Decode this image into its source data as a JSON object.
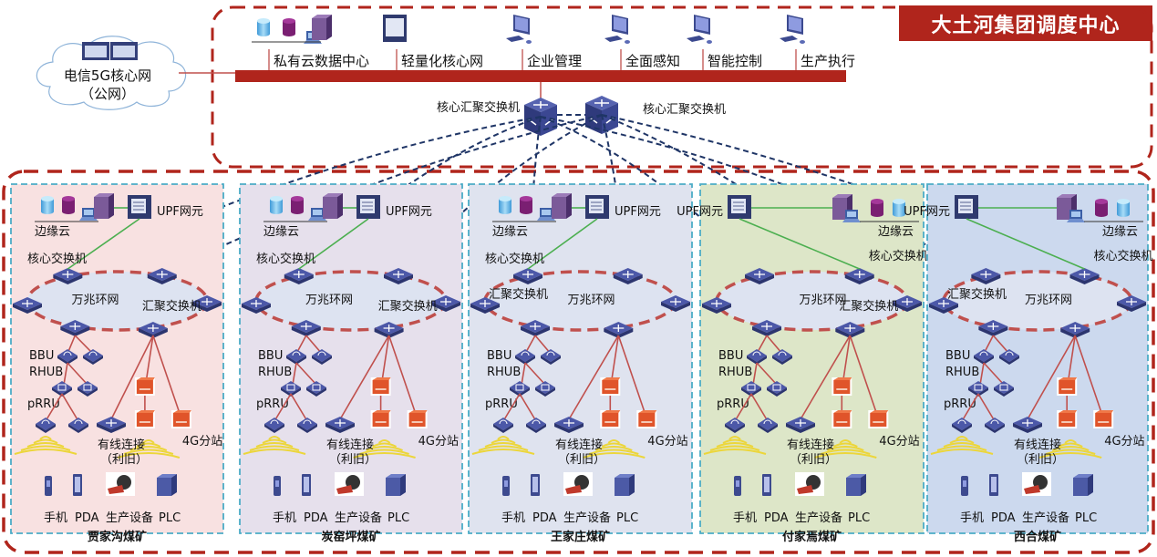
{
  "title": "大土河集团调度中心",
  "public_network": {
    "line1": "电信5G核心网",
    "line2": "（公网）"
  },
  "dispatch_center": {
    "bus_items": [
      {
        "label": "私有云数据中心",
        "icon": "cloud-datacenter-icon"
      },
      {
        "label": "轻量化核心网",
        "icon": "core-server-icon"
      },
      {
        "label": "企业管理",
        "icon": "computer-icon"
      },
      {
        "label": "全面感知",
        "icon": "computer-icon"
      },
      {
        "label": "智能控制",
        "icon": "computer-icon"
      },
      {
        "label": "生产执行",
        "icon": "computer-icon"
      }
    ],
    "core_switches": [
      "核心汇聚交换机",
      "核心汇聚交换机"
    ]
  },
  "common_labels": {
    "edge_cloud": "边缘云",
    "upf": "UPF网元",
    "core_switch": "核心交换机",
    "ring": "万兆环网",
    "agg_switch": "汇聚交换机",
    "bbu": "BBU",
    "rhub": "RHUB",
    "prru": "pRRU",
    "wired": "有线连接",
    "wired_note": "（利旧）",
    "station_4g": "4G分站",
    "devices": [
      "手机",
      "PDA",
      "生产设备",
      "PLC"
    ]
  },
  "mines": [
    {
      "name": "贾家沟煤矿",
      "bg": "#f8e1e1",
      "mirror": false
    },
    {
      "name": "炭窑坪煤矿",
      "bg": "#e6e0ec",
      "mirror": false
    },
    {
      "name": "王家庄煤矿",
      "bg": "#dfe3ef",
      "mirror": false
    },
    {
      "name": "付家焉煤矿",
      "bg": "#dde6c8",
      "mirror": true
    },
    {
      "name": "西合煤矿",
      "bg": "#ccd9ee",
      "mirror": true
    }
  ],
  "colors": {
    "accent_red": "#b0251c",
    "ring_dash": "#c0504d",
    "link_blue": "#1f3566",
    "device_blue": "#3d4a8f",
    "box_border": "#4bacc6",
    "green_link": "#4caf50",
    "wifi_yellow": "#ecd63a",
    "note_red": "#c0392b"
  }
}
